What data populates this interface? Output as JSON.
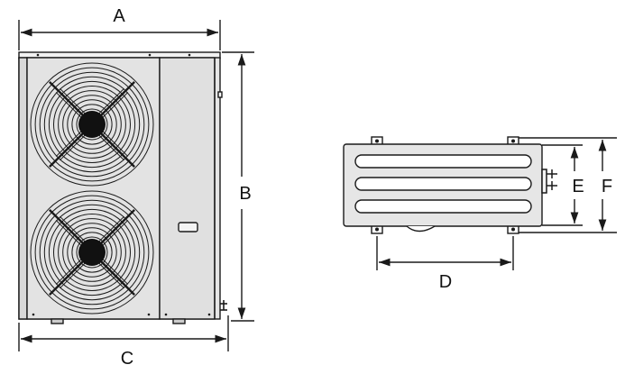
{
  "labels": {
    "A": "A",
    "B": "B",
    "C": "C",
    "D": "D",
    "E": "E",
    "F": "F"
  },
  "colors": {
    "outline": "#1a1a1a",
    "panel_fill": "#e6e6e6",
    "panel_side_fill": "#dedede",
    "hub": "#111111",
    "background": "#ffffff"
  }
}
